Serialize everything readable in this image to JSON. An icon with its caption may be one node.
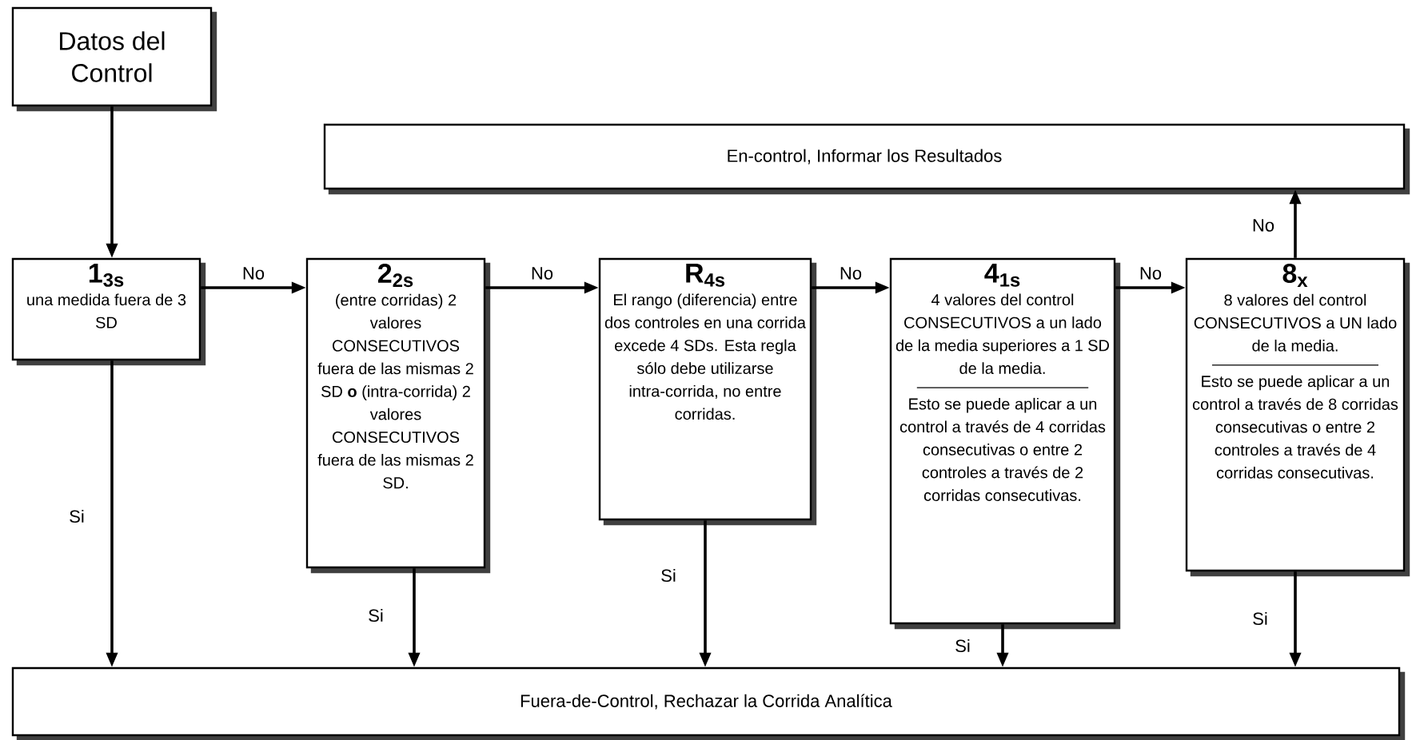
{
  "diagram": {
    "nodes": [
      {
        "text": [
          "Datos del Control"
        ]
      },
      {
        "text": [
          "En-control, Informar los Resultados"
        ]
      },
      {
        "text": [
          "1$_{3s}$",
          "una medida fuera de 3 SD"
        ]
      },
      {
        "text": [
          "2$_{2s}$",
          "(entre corridas) 2 valores CONSECUTIVOS fuera de las mismas 2 SD **o** (intra-corrida) 2 valores CONSECUTIVOS fuera de las mismas 2 SD."
        ]
      },
      {
        "text": [
          "R$_{4s}$",
          "El rango (diferencia) entre dos controles en una corrida excede 4 SDs. Esta regla sólo debe utilizarse intra-corrida, no entre corridas."
        ]
      },
      {
        "text": [
          "4$_{1s}$",
          "4 valores del control CONSECUTIVOS a un lado de la media superiores a 1 SD de la media.",
          "Esto se puede aplicar a un control a través de 4 corridas consecutivas o entre 2 controles a través de 2 corridas consecutivas."
        ]
      },
      {
        "text": [
          "8$_{x}$",
          "8 valores del control CONSECUTIVOS a UN lado de la media.",
          "Esto se puede aplicar a un control a través de 8 corridas consecutivas o entre 2 controles a través de 4 corridas consecutivas."
        ]
      },
      {
        "text": [
          "Fuera-de-Control, Rechazar la Corrida Analítica"
        ]
      }
    ],
    "edges": [
      {
        "from": 0,
        "to": 2,
        "arrow": "to"
      },
      {
        "from": 2,
        "to": 3,
        "arrow": "to",
        "label": "No"
      },
      {
        "from": 3,
        "to": 4,
        "arrow": "to",
        "label": "No"
      },
      {
        "from": 4,
        "to": 5,
        "arrow": "to",
        "label": "No"
      },
      {
        "from": 5,
        "to": 6,
        "arrow": "to",
        "label": "No"
      },
      {
        "from": 6,
        "to": 1,
        "arrow": "to",
        "label": "No"
      },
      {
        "from": 2,
        "to": 7,
        "arrow": "to",
        "label": "Si"
      },
      {
        "from": 3,
        "to": 7,
        "arrow": "to",
        "label": "Si"
      },
      {
        "from": 4,
        "to": 7,
        "arrow": "to",
        "label": "Si"
      },
      {
        "from": 5,
        "to": 7,
        "arrow": "to",
        "label": "Si"
      },
      {
        "from": 6,
        "to": 7,
        "arrow": "to",
        "label": "Si"
      }
    ]
  }
}
